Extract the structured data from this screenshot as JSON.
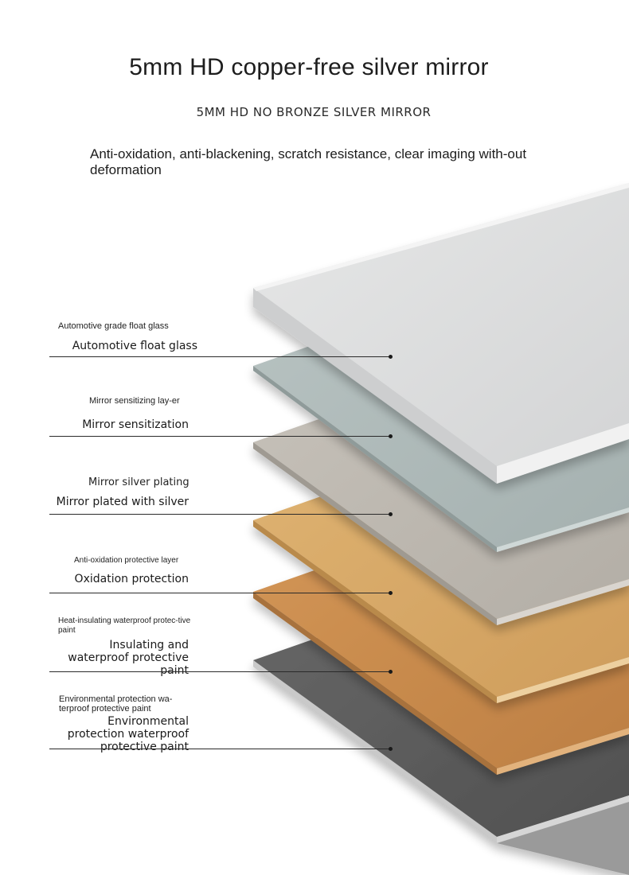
{
  "header": {
    "title": "5mm HD copper-free silver mirror",
    "subtitle": "5MM HD NO BRONZE SILVER MIRROR",
    "description": "Anti-oxidation, anti-blackening, scratch resistance, clear imaging with-out deformation"
  },
  "layers": [
    {
      "small_label": "Automotive grade float glass",
      "main_label": "Automotive float glass",
      "color": "#dcdddd"
    },
    {
      "small_label": "Mirror sensitizing lay-er",
      "main_label": "Mirror sensitization",
      "color": "#aebab8"
    },
    {
      "small_label": "Mirror silver plating",
      "main_label": "Mirror plated with silver",
      "color": "#bdb8b0"
    },
    {
      "small_label": "Anti-oxidation protective layer",
      "main_label": "Oxidation protection",
      "color": "#d7a867"
    },
    {
      "small_label": "Heat-insulating waterproof protec-tive paint",
      "main_label": "Insulating and waterproof protective paint",
      "color": "#c88a4e"
    },
    {
      "small_label": "Environmental protection wa-terproof protective paint",
      "main_label": "Environmental protection waterproof protective paint",
      "color": "#5b5b5b"
    }
  ]
}
